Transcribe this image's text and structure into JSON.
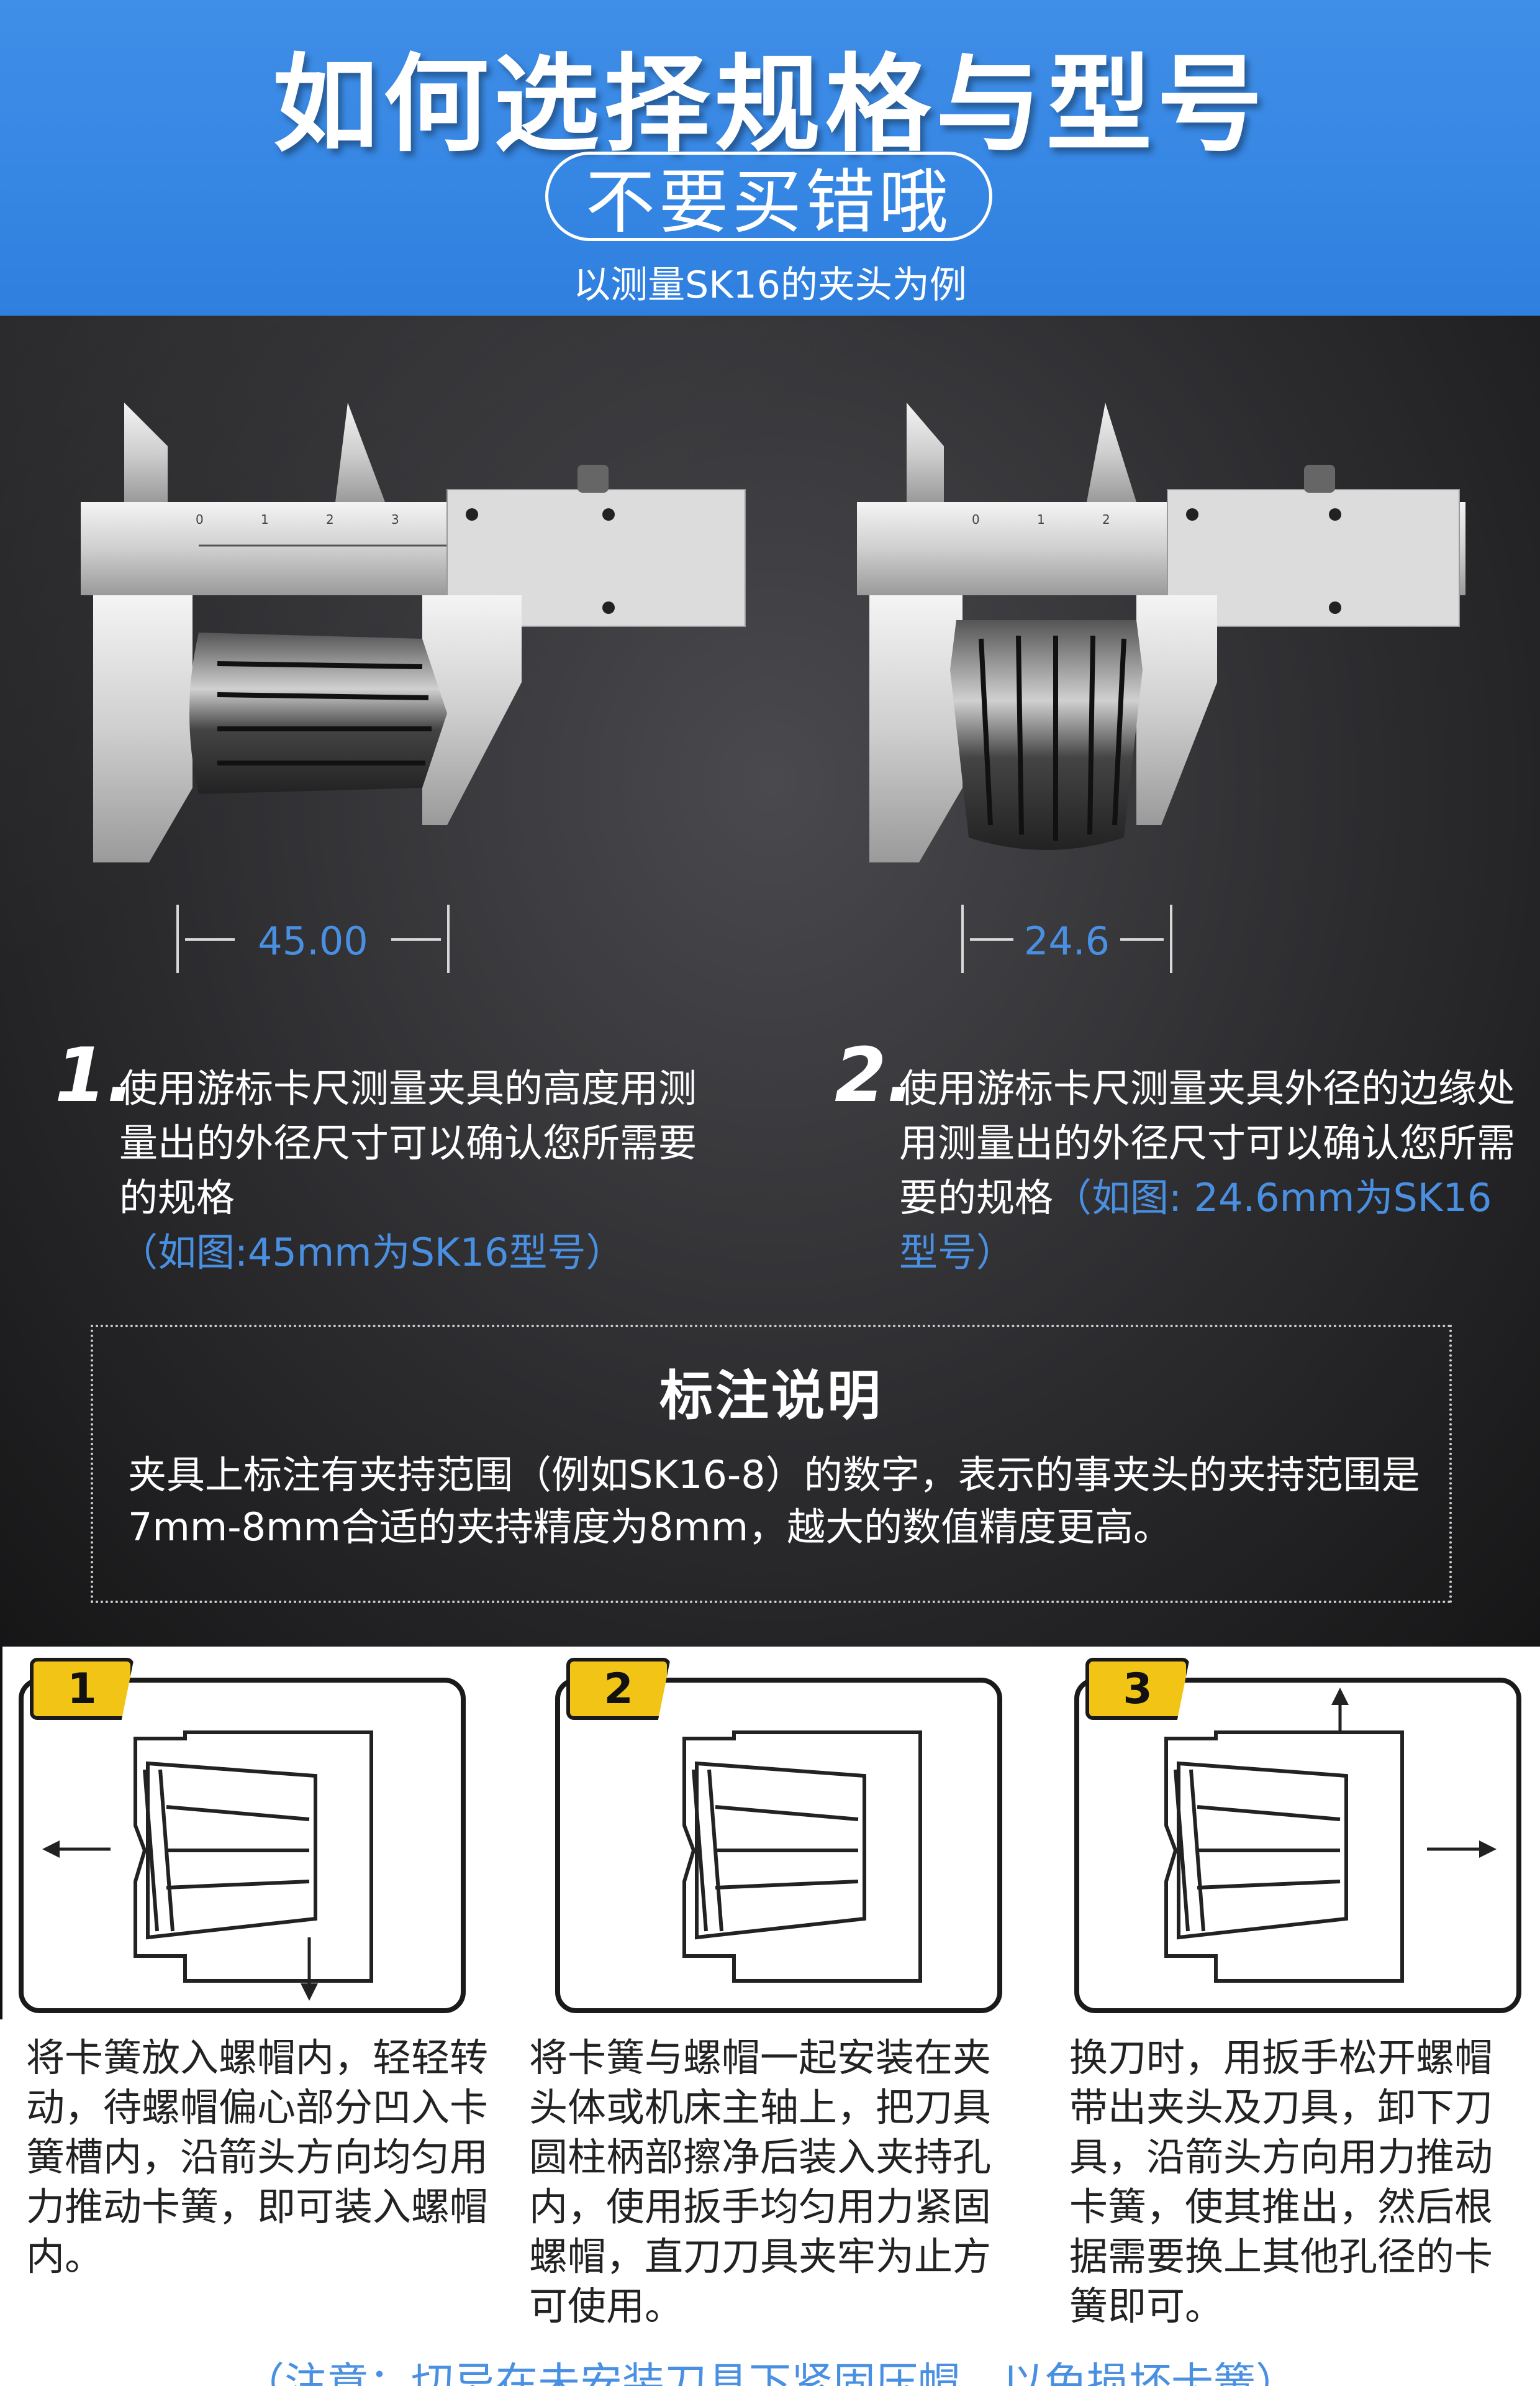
{
  "header": {
    "title": "如何选择规格与型号",
    "pill": "不要买错哦",
    "subtitle": "以测量SK16的夹头为例"
  },
  "measure1": {
    "value": "45.00"
  },
  "measure2": {
    "value": "24.6"
  },
  "step1": {
    "number": "1.",
    "text": "使用游标卡尺测量夹具的高度用测量出的外径尺寸可以确认您所需要的规格",
    "highlight": "（如图:45mm为SK16型号）"
  },
  "step2": {
    "number": "2.",
    "text": "使用游标卡尺测量夹具外径的边缘处用测量出的外径尺寸可以确认您所需要的规格",
    "highlight": "（如图: 24.6mm为SK16型号）"
  },
  "note": {
    "title": "标注说明",
    "body": "夹具上标注有夹持范围（例如SK16-8）的数字，表示的事夹头的夹持范围是7mm-8mm合适的夹持精度为8mm，越大的数值精度更高。"
  },
  "install": [
    {
      "badge": "1",
      "text": "将卡簧放入螺帽内，轻轻转动，待螺帽偏心部分凹入卡簧槽内，沿箭头方向均匀用力推动卡簧，即可装入螺帽内。"
    },
    {
      "badge": "2",
      "text": "将卡簧与螺帽一起安装在夹头体或机床主轴上，把刀具圆柱柄部擦净后装入夹持孔内，使用扳手均匀用力紧固螺帽，直刀刀具夹牢为止方可使用。"
    },
    {
      "badge": "3",
      "text": "换刀时，用扳手松开螺帽带出夹头及刀具，卸下刀具，沿箭头方向用力推动卡簧，使其推出，然后根据需要换上其他孔径的卡簧即可。"
    }
  ],
  "footnote": "（注意：切忌在未安装刀具下紧固压帽，以免损坏卡簧）",
  "colors": {
    "header_blue": "#3f8fe8",
    "highlight_blue": "#4a90e2",
    "badge_yellow": "#f2c416"
  }
}
